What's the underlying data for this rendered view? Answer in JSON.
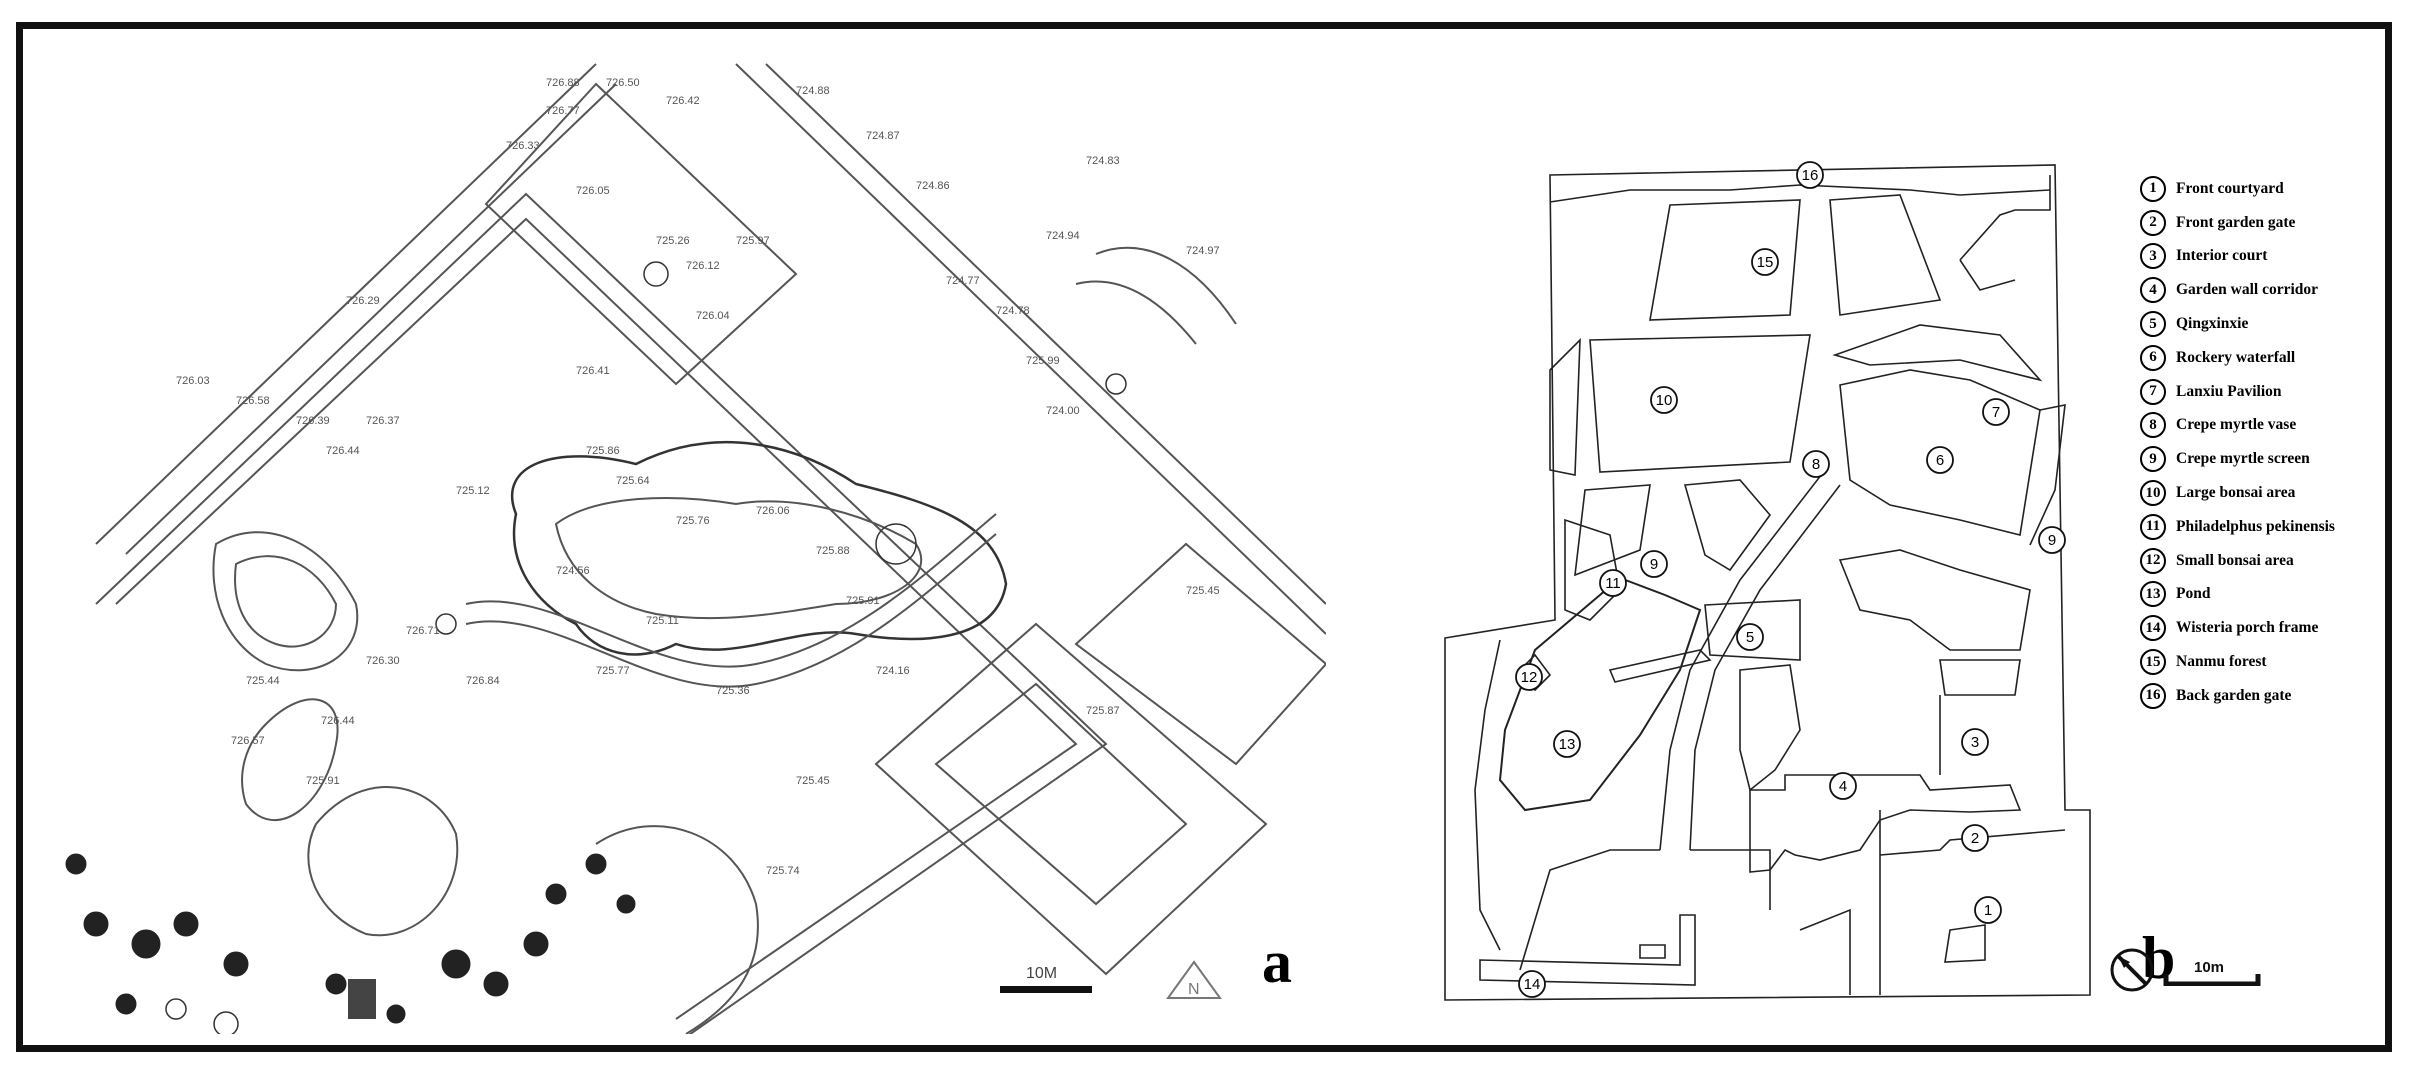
{
  "panels": {
    "a": {
      "letter": "a",
      "scale_label": "10M",
      "north_label": "N"
    },
    "b": {
      "letter": "b",
      "scale_label": "10m"
    }
  },
  "legend": [
    {
      "num": "1",
      "label": "Front courtyard"
    },
    {
      "num": "2",
      "label": "Front garden gate"
    },
    {
      "num": "3",
      "label": "Interior court"
    },
    {
      "num": "4",
      "label": "Garden wall corridor"
    },
    {
      "num": "5",
      "label": "Qingxinxie"
    },
    {
      "num": "6",
      "label": "Rockery waterfall"
    },
    {
      "num": "7",
      "label": "Lanxiu Pavilion"
    },
    {
      "num": "8",
      "label": "Crepe myrtle vase"
    },
    {
      "num": "9",
      "label": "Crepe myrtle screen"
    },
    {
      "num": "10",
      "label": "Large bonsai area"
    },
    {
      "num": "11",
      "label": "Philadelphus pekinensis"
    },
    {
      "num": "12",
      "label": "Small bonsai area"
    },
    {
      "num": "13",
      "label": "Pond"
    },
    {
      "num": "14",
      "label": "Wisteria porch frame"
    },
    {
      "num": "15",
      "label": "Nanmu forest"
    },
    {
      "num": "16",
      "label": "Back garden gate"
    }
  ],
  "map_markers": [
    "1",
    "2",
    "3",
    "4",
    "5",
    "6",
    "7",
    "8",
    "9",
    "9",
    "10",
    "11",
    "12",
    "13",
    "14",
    "15",
    "16"
  ],
  "elevations": [
    "726.88",
    "726.50",
    "726.42",
    "726.12",
    "724.88",
    "724.87",
    "726.33",
    "726.77",
    "726.05",
    "725.97",
    "724.86",
    "724.94",
    "724.83",
    "724.97",
    "726.04",
    "725.26",
    "726.29",
    "726.37",
    "724.77",
    "724.78",
    "725.99",
    "724.00",
    "725.12",
    "724.56",
    "726.41",
    "725.86",
    "725.64",
    "725.76",
    "726.06",
    "725.88",
    "725.91",
    "725.11",
    "725.45",
    "725.44",
    "726.57",
    "726.44",
    "726.71",
    "725.91",
    "726.30",
    "725.77",
    "724.16",
    "725.87",
    "726.84",
    "725.45",
    "725.74",
    "725.36",
    "726.03",
    "726.58",
    "726.39",
    "726.44"
  ]
}
